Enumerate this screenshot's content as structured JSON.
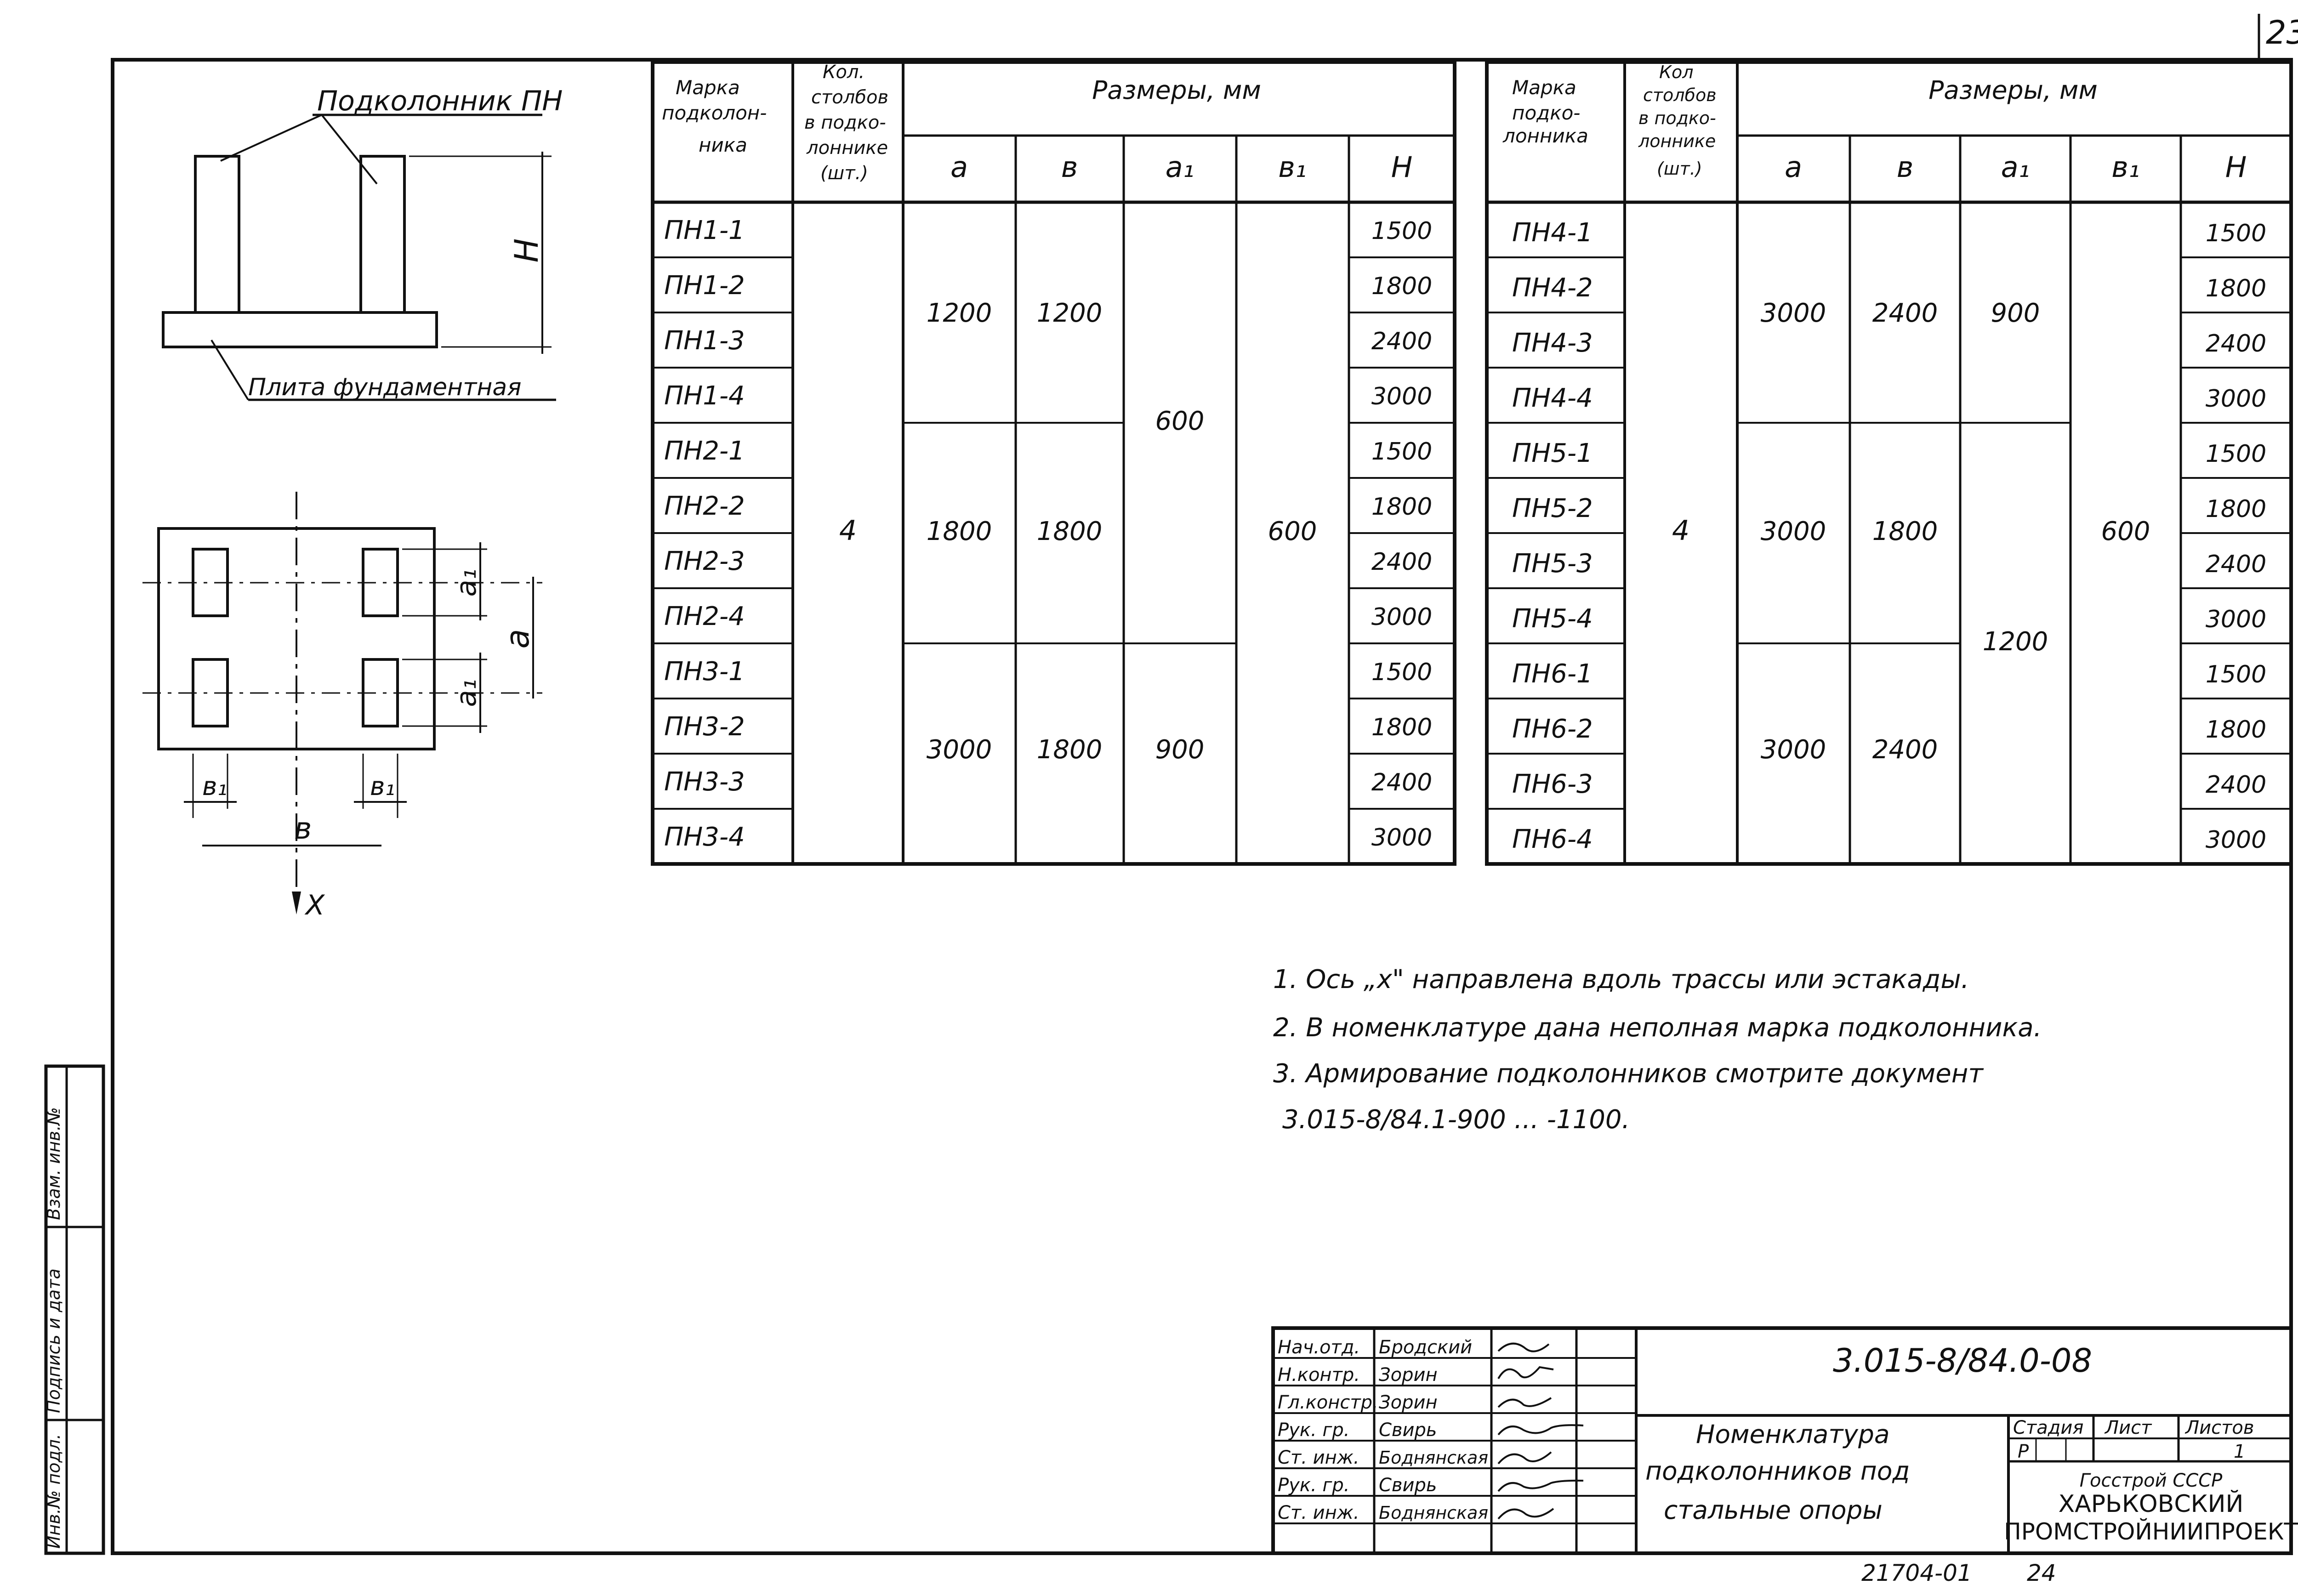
{
  "page_number": "23",
  "drawing": {
    "subcolumn_label": "Подколонник ПН",
    "slab_label": "Плита фундаментная",
    "dim_H": "H",
    "dim_a": "a",
    "dim_a1": "a₁",
    "dim_b": "в",
    "dim_b1": "в₁",
    "axis_x": "X"
  },
  "table_left": {
    "hdr_mark": [
      "Марка",
      "подколон-",
      "ника"
    ],
    "hdr_count": [
      "Кол.",
      "столбов",
      "в подко-",
      "лоннике",
      "(шт.)"
    ],
    "hdr_sizes": "Размеры, мм",
    "hdr_a": "a",
    "hdr_b": "в",
    "hdr_a1": "a₁",
    "hdr_b1": "в₁",
    "hdr_H": "H",
    "marks": [
      "ПН1-1",
      "ПН1-2",
      "ПН1-3",
      "ПН1-4",
      "ПН2-1",
      "ПН2-2",
      "ПН2-3",
      "ПН2-4",
      "ПН3-1",
      "ПН3-2",
      "ПН3-3",
      "ПН3-4"
    ],
    "count": "4",
    "a_vals": [
      "1200",
      "1800",
      "3000"
    ],
    "b_vals": [
      "1200",
      "1800",
      "1800"
    ],
    "a1_vals": [
      "600",
      "900"
    ],
    "b1_val": "600",
    "H_vals": [
      "1500",
      "1800",
      "2400",
      "3000",
      "1500",
      "1800",
      "2400",
      "3000",
      "1500",
      "1800",
      "2400",
      "3000"
    ]
  },
  "table_right": {
    "hdr_mark": [
      "Марка",
      "подко-",
      "лонника"
    ],
    "hdr_count": [
      "Кол",
      "столбов",
      "в подко-",
      "лоннике",
      "(шт.)"
    ],
    "hdr_sizes": "Размеры, мм",
    "hdr_a": "a",
    "hdr_b": "в",
    "hdr_a1": "a₁",
    "hdr_b1": "в₁",
    "hdr_H": "H",
    "marks": [
      "ПН4-1",
      "ПН4-2",
      "ПН4-3",
      "ПН4-4",
      "ПН5-1",
      "ПН5-2",
      "ПН5-3",
      "ПН5-4",
      "ПН6-1",
      "ПН6-2",
      "ПН6-3",
      "ПН6-4"
    ],
    "count": "4",
    "a_vals": [
      "3000",
      "3000",
      "3000"
    ],
    "b_vals": [
      "2400",
      "1800",
      "2400"
    ],
    "a1_vals": [
      "900",
      "1200"
    ],
    "b1_val": "600",
    "H_vals": [
      "1500",
      "1800",
      "2400",
      "3000",
      "1500",
      "1800",
      "2400",
      "3000",
      "1500",
      "1800",
      "2400",
      "3000"
    ]
  },
  "notes": [
    "1. Ось „x\" направлена вдоль трассы или эстакады.",
    "2. В номенклатуре дана неполная марка подколонника.",
    "3. Армирование подколонников смотрите документ",
    "3.015-8/84.1-900 ... -1100."
  ],
  "side_stamp": [
    "Инв.№ подл.",
    "Подпись и дата",
    "Взам. инв.№"
  ],
  "title_block": {
    "roles": [
      "Нач.отд.",
      "Н.контр.",
      "Гл.констр.",
      "Рук. гр.",
      "Ст. инж.",
      "Рук. гр.",
      "Ст. инж."
    ],
    "names": [
      "Бродский",
      "Зорин",
      "Зорин",
      "Свирь",
      "Боднянская",
      "Свирь",
      "Боднянская"
    ],
    "doc_code": "3.015-8/84.0-08",
    "title": [
      "Номенклатура",
      "подколонников под",
      "стальные опоры"
    ],
    "stage_hdr": "Стадия",
    "sheet_hdr": "Лист",
    "sheets_hdr": "Листов",
    "stage": "Р",
    "sheet": "",
    "sheets": "1",
    "org": [
      "Госстрой СССР",
      "ХАРЬКОВСКИЙ",
      "ПРОМСТРОЙНИИПРОЕКТ"
    ]
  },
  "bottom_code": "21704-01",
  "bottom_page": "24"
}
